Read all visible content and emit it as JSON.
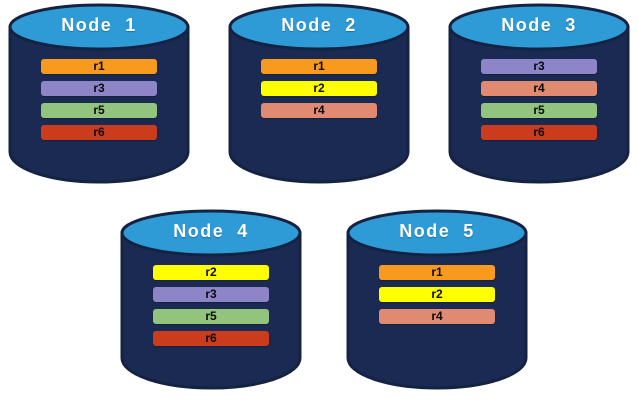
{
  "diagram": {
    "type": "node-replication-layout",
    "background_color": "#ffffff",
    "cylinder": {
      "top_fill": "#2E9BD6",
      "body_fill": "#1B2A52",
      "outline": "#152342"
    },
    "record_colors": {
      "r1": "#F79A1E",
      "r2": "#FFFF00",
      "r3": "#8E85C8",
      "r4": "#E08A72",
      "r5": "#93C47D",
      "r6": "#CB3C1D"
    },
    "nodes": [
      {
        "id": "node-1",
        "title": "Node  1",
        "records": [
          {
            "label": "r1",
            "color": "#F79A1E"
          },
          {
            "label": "r3",
            "color": "#8E85C8"
          },
          {
            "label": "r5",
            "color": "#93C47D"
          },
          {
            "label": "r6",
            "color": "#CB3C1D"
          }
        ]
      },
      {
        "id": "node-2",
        "title": "Node  2",
        "records": [
          {
            "label": "r1",
            "color": "#F79A1E"
          },
          {
            "label": "r2",
            "color": "#FFFF00"
          },
          {
            "label": "r4",
            "color": "#E08A72"
          }
        ]
      },
      {
        "id": "node-3",
        "title": "Node  3",
        "records": [
          {
            "label": "r3",
            "color": "#8E85C8"
          },
          {
            "label": "r4",
            "color": "#E08A72"
          },
          {
            "label": "r5",
            "color": "#93C47D"
          },
          {
            "label": "r6",
            "color": "#CB3C1D"
          }
        ]
      },
      {
        "id": "node-4",
        "title": "Node  4",
        "records": [
          {
            "label": "r2",
            "color": "#FFFF00"
          },
          {
            "label": "r3",
            "color": "#8E85C8"
          },
          {
            "label": "r5",
            "color": "#93C47D"
          },
          {
            "label": "r6",
            "color": "#CB3C1D"
          }
        ]
      },
      {
        "id": "node-5",
        "title": "Node  5",
        "records": [
          {
            "label": "r1",
            "color": "#F79A1E"
          },
          {
            "label": "r2",
            "color": "#FFFF00"
          },
          {
            "label": "r4",
            "color": "#E08A72"
          }
        ]
      }
    ]
  }
}
